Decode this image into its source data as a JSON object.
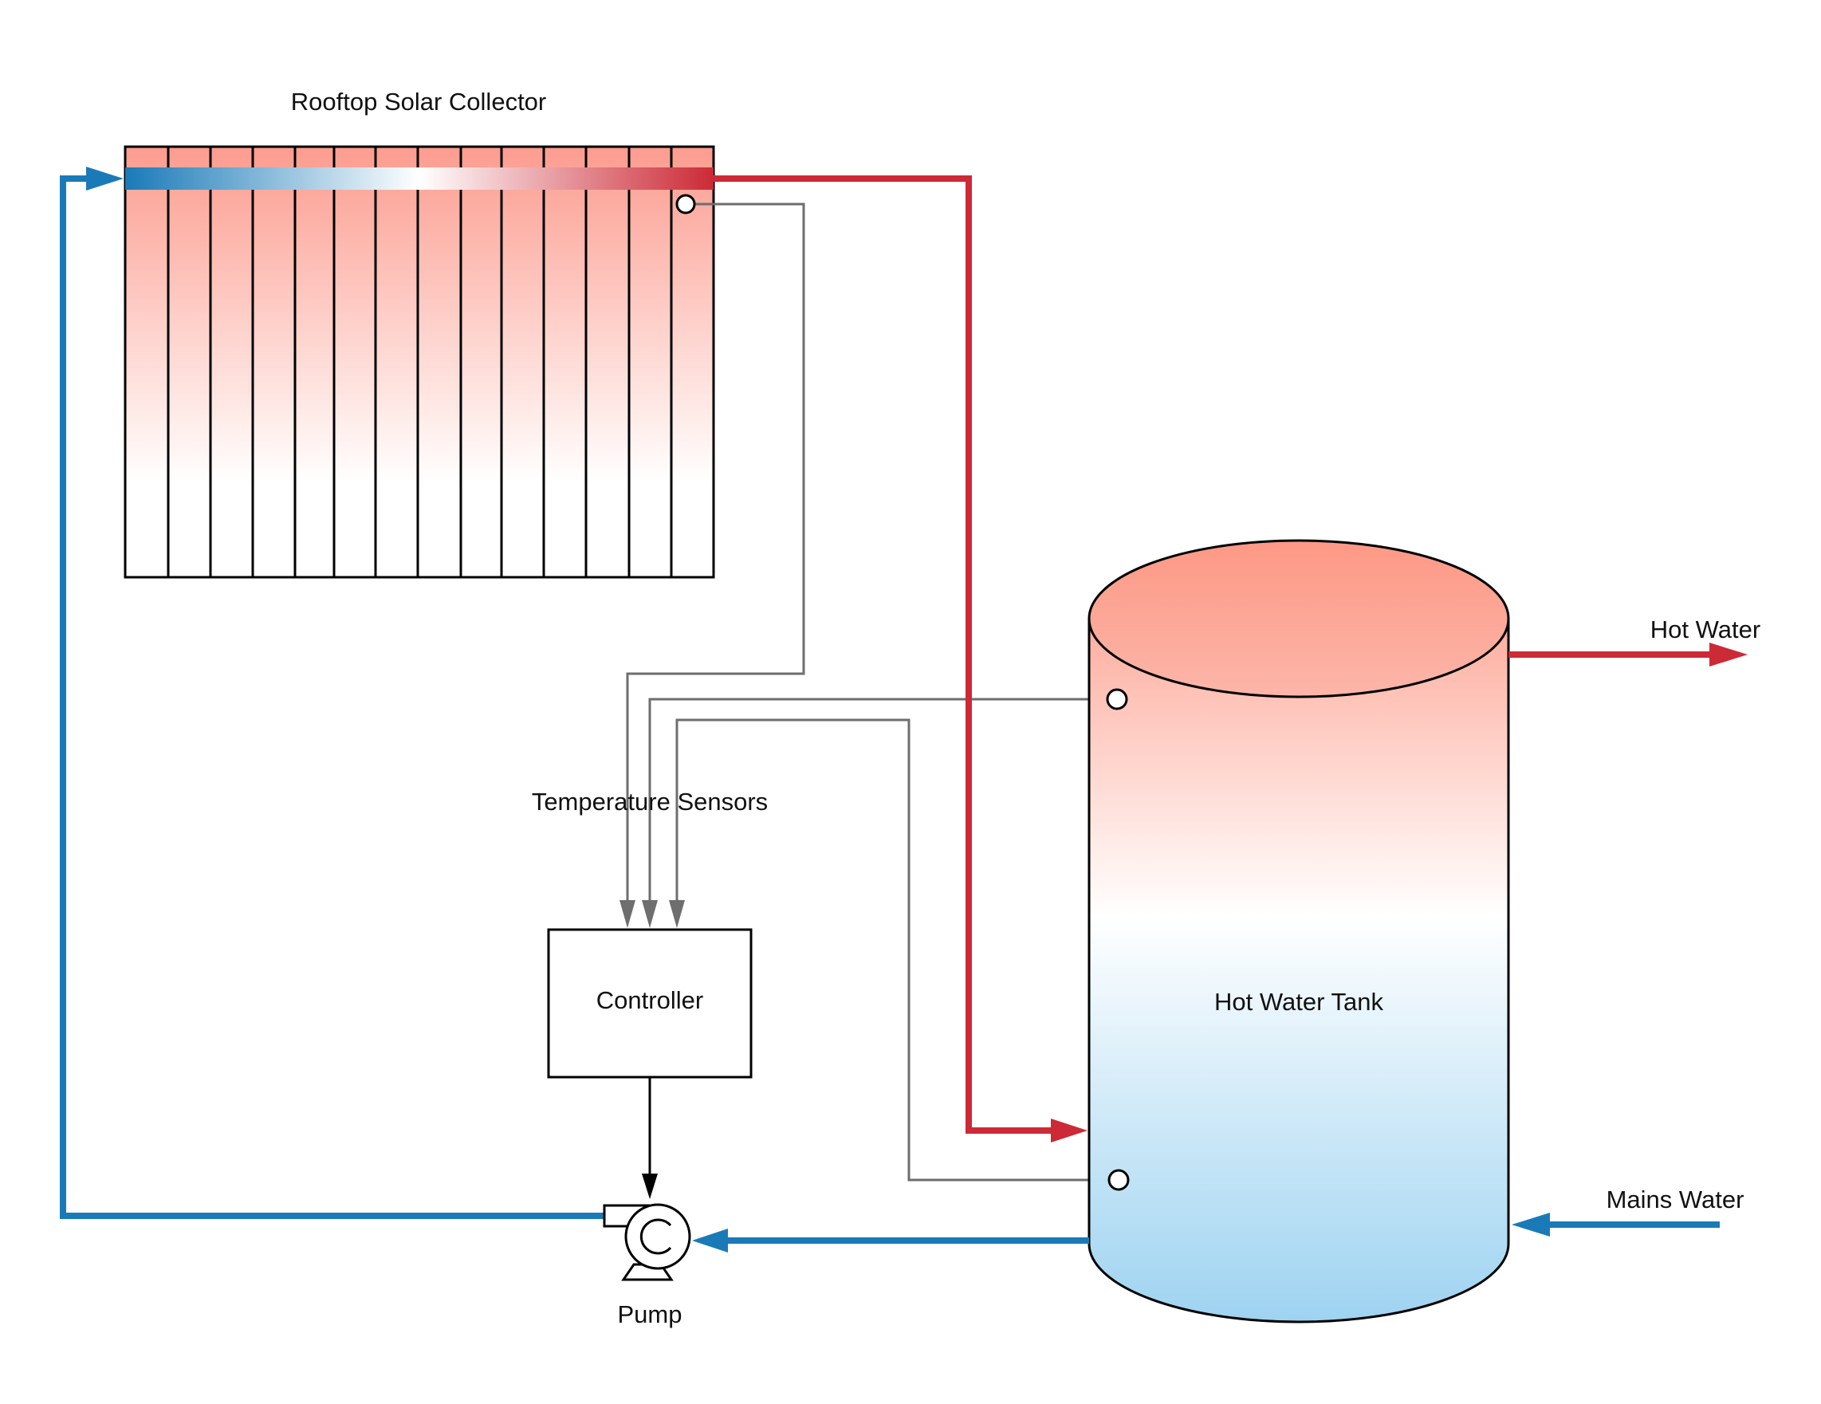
{
  "labels": {
    "collector": "Rooftop Solar Collector",
    "sensors": "Temperature Sensors",
    "controller": "Controller",
    "pump": "Pump",
    "tank": "Hot Water Tank",
    "hot_water": "Hot Water",
    "mains_water": "Mains Water"
  },
  "colors": {
    "hot": "#cc2a36",
    "cold": "#1a7ab8",
    "sensor_wire": "#6e6e6e",
    "outline": "#000000",
    "collector_top": "#fc9c8f",
    "tank_top": "#fd9885",
    "tank_bottom": "#9ed3f1"
  }
}
